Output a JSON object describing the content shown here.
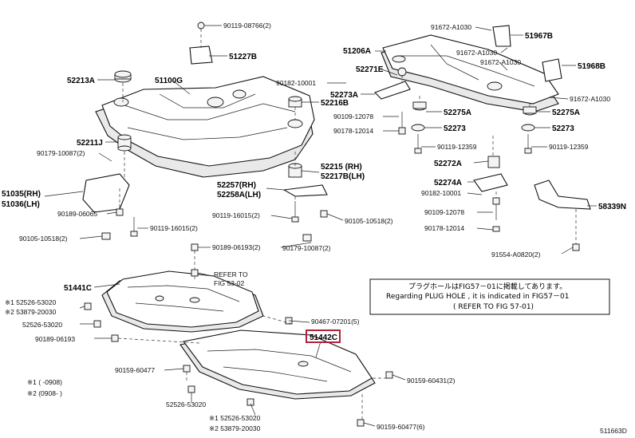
{
  "diagram_id": "511663D",
  "highlight_color": "#b0203c",
  "callouts": {
    "p90119_08766": "90119-08766(2)",
    "p51227B": "51227B",
    "p52213A": "52213A",
    "p51100G": "51100G",
    "p52216B": "52216B",
    "p52211J": "52211J",
    "p90179_10087a": "90179-10087(2)",
    "p51035": "51035(RH)",
    "p51036": "51036(LH)",
    "p90189_06065": "90189-06065",
    "p90105_10518a": "90105-10518(2)",
    "p90119_16015a": "90119-16015(2)",
    "p90119_16015b": "90119-16015(2)",
    "p52257": "52257(RH)",
    "p52258A": "52258A(LH)",
    "p52215": "52215 (RH)",
    "p52217B": "52217B(LH)",
    "p90105_10518b": "90105-10518(2)",
    "p90179_10087b": "90179-10087(2)",
    "p90189_06193a": "90189-06193(2)",
    "refer_to": "REFER TO",
    "refer_fig": "FIG 53-02",
    "p51441C": "51441C",
    "s1_52526": "※1 52526-53020",
    "s2_53879": "※2 53879-20030",
    "p52526_53020a": "52526-53020",
    "p90189_06193b": "90189-06193",
    "p90467_07201": "90467-07201(5)",
    "p51442C": "51442C",
    "p90159_60477a": "90159-60477",
    "p90159_60431": "90159-60431(2)",
    "legend1": "※1 (   -0908)",
    "legend2": "※2 (0908-   )",
    "p52526_53020b": "52526-53020",
    "s1_52526b": "※1 52526-53020",
    "s2_53879b": "※2 53879-20030",
    "p90159_60477b": "90159-60477(6)",
    "p91672_A1030a": "91672-A1030",
    "p51967B": "51967B",
    "p91672_A1030b": "91672-A1030",
    "p91672_A1030c": "91672-A1030",
    "p51968B": "51968B",
    "p91672_A1030d": "91672-A1030",
    "p51206A": "51206A",
    "p52271E": "52271E",
    "p90182_10001a": "90182-10001",
    "p52273A": "52273A",
    "p90109_12078a": "90109-12078",
    "p52275Aa": "52275A",
    "p52275Ab": "52275A",
    "p52273a": "52273",
    "p52273b": "52273",
    "p90178_12014a": "90178-12014",
    "p90119_12359a": "90119-12359",
    "p90119_12359b": "90119-12359",
    "p52272A": "52272A",
    "p52274A": "52274A",
    "p90182_10001b": "90182-10001",
    "p90109_12078b": "90109-12078",
    "p90178_12014b": "90178-12014",
    "p58339N": "58339N",
    "p91554_A0820": "91554-A0820(2)"
  },
  "note": {
    "line1": "プラグホールはFIG57－01に掲載してあります。",
    "line2": "Regarding  PLUG  HOLE , it is indicated  in  FIG57－01",
    "line3": "( REFER TO FIG 57-01)"
  }
}
